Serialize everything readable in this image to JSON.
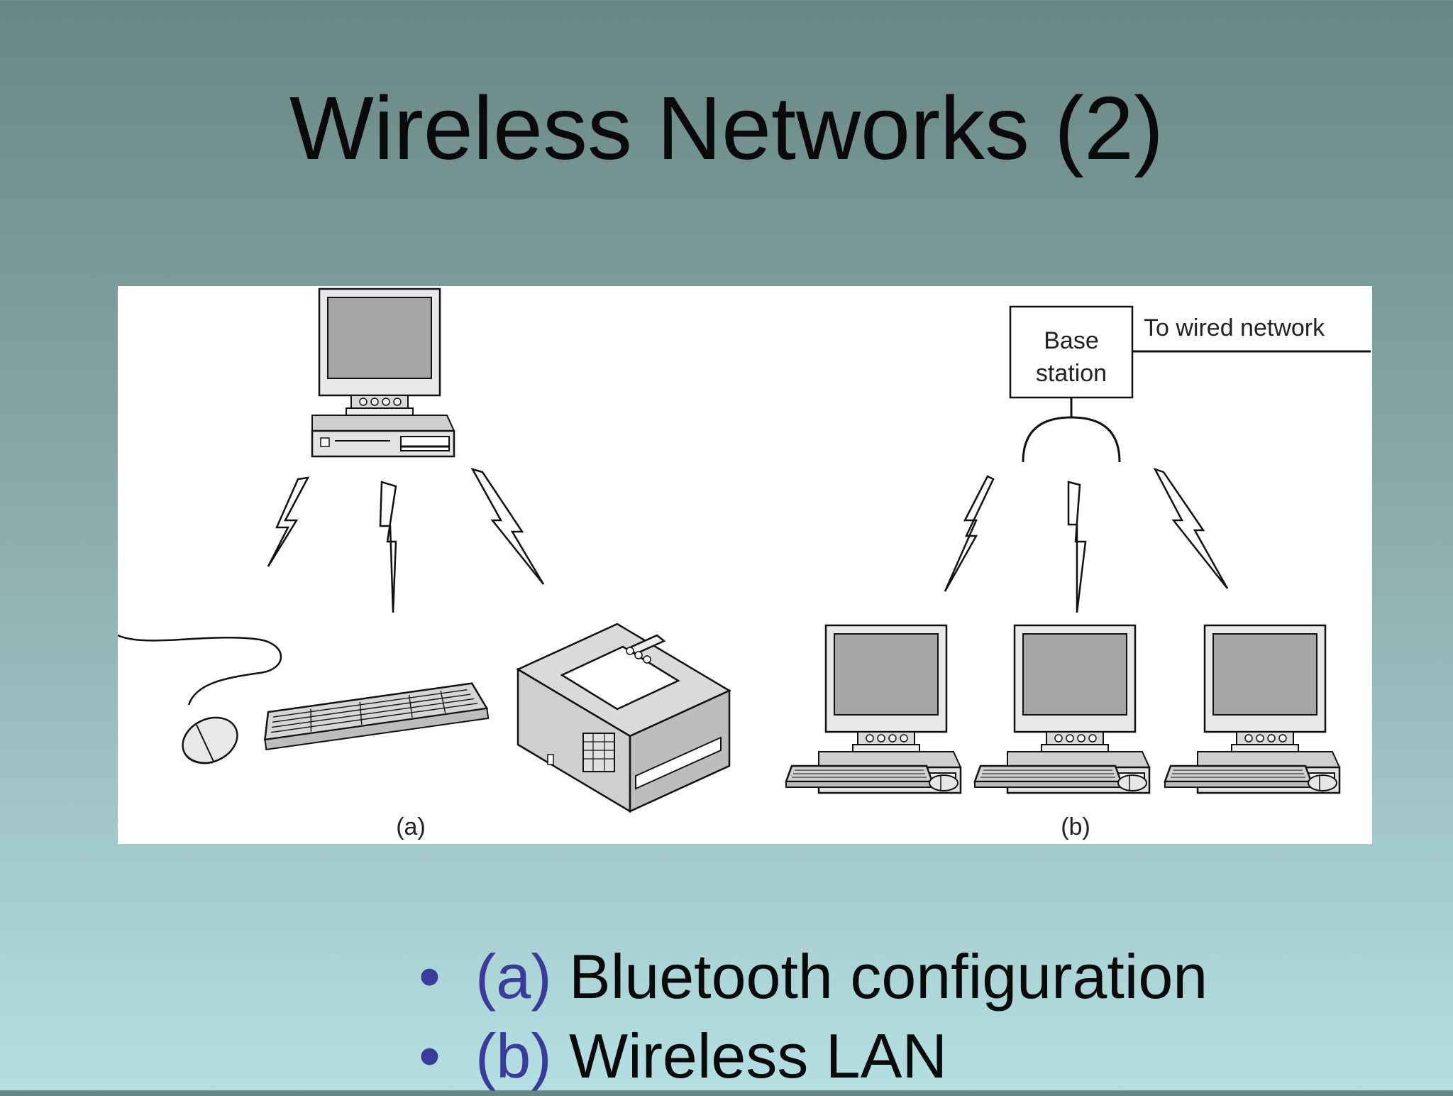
{
  "slide": {
    "title": "Wireless Networks (2)"
  },
  "figure": {
    "panel_a_caption": "(a)",
    "panel_b_caption": "(b)",
    "base_station_line1": "Base",
    "base_station_line2": "station",
    "wired_label": "To wired network"
  },
  "bullets": [
    {
      "marker": "•",
      "tag": "(a)",
      "text": " Bluetooth configuration"
    },
    {
      "marker": "•",
      "tag": "(b)",
      "text": " Wireless LAN"
    }
  ],
  "colors": {
    "accent": "#3b3c9a",
    "screen_gray": "#a6a6a6",
    "device_gray": "#d9d9d9"
  }
}
